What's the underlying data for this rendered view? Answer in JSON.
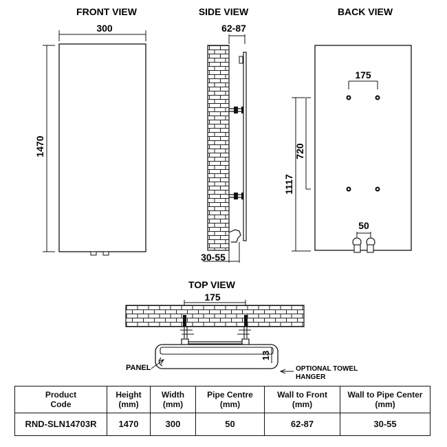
{
  "views": {
    "front": {
      "title": "FRONT VIEW",
      "width": "300",
      "height": "1470"
    },
    "side": {
      "title": "SIDE VIEW",
      "wall_to_front": "62-87",
      "wall_to_pipe": "30-55"
    },
    "back": {
      "title": "BACK VIEW",
      "bracket_spacing": "175",
      "bracket_vertical": "720",
      "pipe_height": "1117",
      "pipe_centre": "50"
    },
    "top": {
      "title": "TOP VIEW",
      "bracket_spacing": "175",
      "depth": "13",
      "panel_label": "PANEL",
      "towel_hanger_label": "OPTIONAL TOWEL\nHANGER"
    }
  },
  "spec_table": {
    "headers": [
      "Product\nCode",
      "Height\n(mm)",
      "Width\n(mm)",
      "Pipe Centre\n(mm)",
      "Wall to Front\n(mm)",
      "Wall to Pipe Center\n(mm)"
    ],
    "row": [
      "RND-SLN14703R",
      "1470",
      "300",
      "50",
      "62-87",
      "30-55"
    ]
  },
  "colors": {
    "line": "#111111",
    "brick_fill": "#ffffff"
  }
}
